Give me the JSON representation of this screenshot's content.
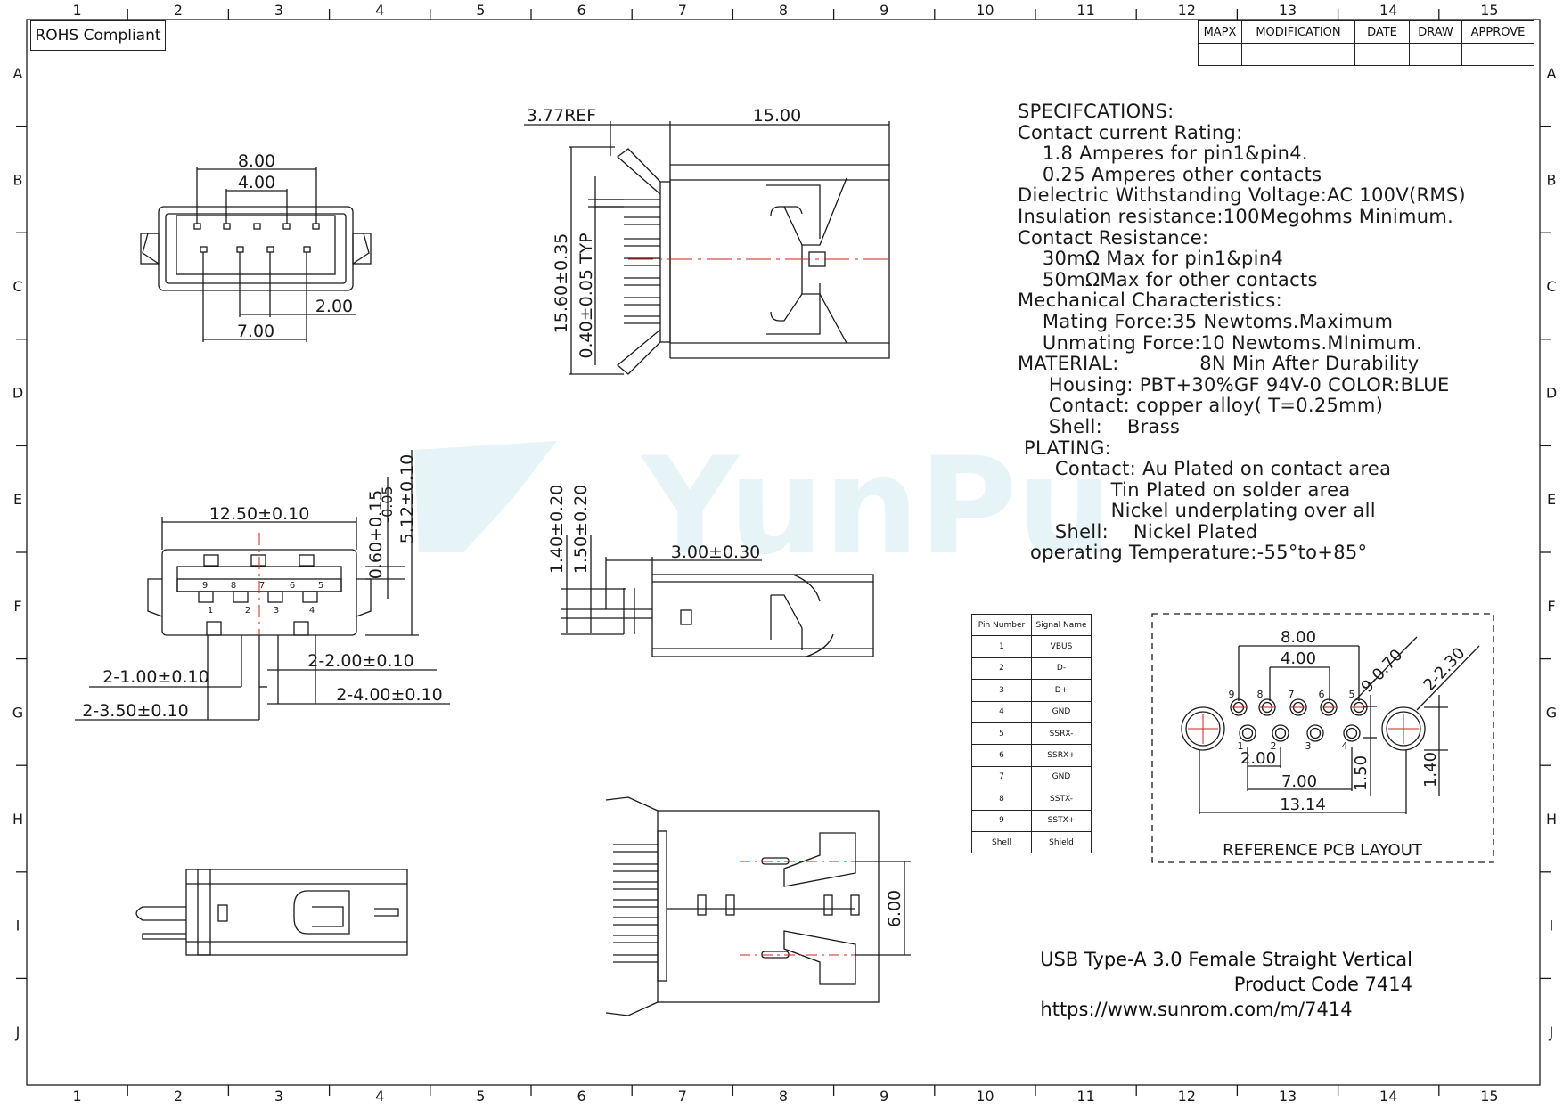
{
  "frame": {
    "col_labels": [
      "1",
      "2",
      "3",
      "4",
      "5",
      "6",
      "7",
      "8",
      "9",
      "10",
      "11",
      "12",
      "13",
      "14",
      "15"
    ],
    "row_labels": [
      "A",
      "B",
      "C",
      "D",
      "E",
      "F",
      "G",
      "H",
      "I",
      "J"
    ]
  },
  "rohs_label": "ROHS Compliant",
  "revision_table": {
    "headers": [
      "MAPX",
      "MODIFICATION",
      "DATE",
      "DRAW",
      "APPROVE"
    ]
  },
  "specifications": [
    "SPECIFCATIONS:",
    "Contact current Rating:",
    "    1.8 Amperes for pin1&pin4.",
    "    0.25 Amperes other contacts",
    "Dielectric Withstanding Voltage:AC 100V(RMS)",
    "Insulation resistance:100Megohms Minimum.",
    "Contact Resistance:",
    "    30mΩ Max for pin1&pin4",
    "    50mΩMax for other contacts",
    "Mechanical Characteristics:",
    "    Mating Force:35 Newtoms.Maximum",
    "    Unmating Force:10 Newtoms.MInimum.",
    "MATERIAL:             8N Min After Durability",
    "     Housing: PBT+30%GF 94V-0 COLOR:BLUE",
    "     Contact: copper alloy( T=0.25mm)",
    "     Shell:    Brass",
    " PLATING:",
    "      Contact: Au Plated on contact area",
    "               Tin Plated on solder area",
    "               Nickel underplating over all",
    "      Shell:    Nickel Plated",
    "  operating Temperature:-55°to+85°"
  ],
  "pin_table": {
    "headers": [
      "Pin Number",
      "Signal Name"
    ],
    "rows": [
      [
        "1",
        "VBUS"
      ],
      [
        "2",
        "D-"
      ],
      [
        "3",
        "D+"
      ],
      [
        "4",
        "GND"
      ],
      [
        "5",
        "SSRX-"
      ],
      [
        "6",
        "SSRX+"
      ],
      [
        "7",
        "GND"
      ],
      [
        "8",
        "SSTX-"
      ],
      [
        "9",
        "SSTX+"
      ],
      [
        "Shell",
        "Shield"
      ]
    ]
  },
  "dimensions": {
    "front_8": "8.00",
    "front_4": "4.00",
    "front_2": "2.00",
    "front_7": "7.00",
    "side_ref": "3.77REF",
    "side_15": "15.00",
    "side_1560": "15.60±0.35",
    "side_040": "0.40±0.05 TYP",
    "face_1250": "12.50±0.10",
    "face_060": "0.60+0.15",
    "face_060b": "-0.05",
    "face_512": "5.12±0.10",
    "face_2100": "2-1.00±0.10",
    "face_2200": "2-2.00±0.10",
    "face_2350": "2-3.50±0.10",
    "face_2400": "2-4.00±0.10",
    "mid_140": "1.40±0.20",
    "mid_150": "1.50±0.20",
    "mid_300": "3.00±0.30",
    "bot_600": "6.00"
  },
  "face_pins": [
    "9",
    "8",
    "7",
    "6",
    "5",
    "1",
    "2",
    "3",
    "4"
  ],
  "pcb_layout": {
    "label": "REFERENCE PCB LAYOUT",
    "dim_800": "8.00",
    "dim_400": "4.00",
    "dim_200": "2.00",
    "dim_700": "7.00",
    "dim_1314": "13.14",
    "dim_150": "1.50",
    "dim_140": "1.40",
    "dim_9070": "9-0.70",
    "dim_2230": "2-2.30",
    "top_pins": [
      "9",
      "8",
      "7",
      "6",
      "5"
    ],
    "bottom_pins": [
      "1",
      "2",
      "3",
      "4"
    ]
  },
  "product": {
    "name": "USB Type-A 3.0 Female Straight Vertical",
    "code": "Product Code 7414",
    "url": "https://www.sunrom.com/m/7414"
  },
  "watermark": "YunPu",
  "colors": {
    "line": "#1a1a1a",
    "center": "#d0201a",
    "watermark": "#e6f4f7"
  }
}
